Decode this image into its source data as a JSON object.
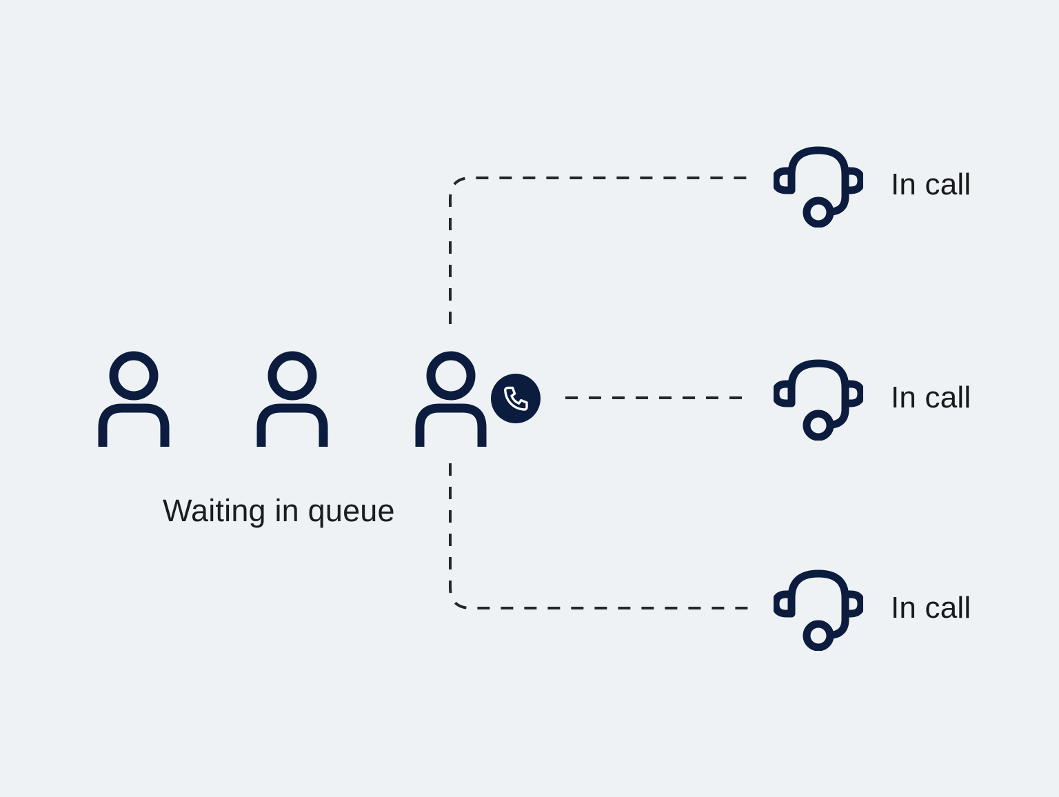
{
  "diagram": {
    "title": "Call queue routing diagram",
    "background_color": "#eef2f4",
    "accent_color": "#0b1c3f",
    "text_color": "#18191b",
    "connector_color": "#23262b"
  },
  "queue": {
    "label": "Waiting in queue",
    "count": 3,
    "callers": [
      {
        "name": "caller-1",
        "icon": "person-icon",
        "status": "waiting"
      },
      {
        "name": "caller-2",
        "icon": "person-icon",
        "status": "waiting"
      },
      {
        "name": "caller-3",
        "icon": "person-icon",
        "status": "connecting"
      }
    ],
    "active_badge": {
      "icon": "phone-icon",
      "fill": "#0b1c3f",
      "glyph_color": "#ffffff"
    }
  },
  "agents": [
    {
      "name": "agent-1",
      "icon": "headset-icon",
      "label": "In call"
    },
    {
      "name": "agent-2",
      "icon": "headset-icon",
      "label": "In call"
    },
    {
      "name": "agent-3",
      "icon": "headset-icon",
      "label": "In call"
    }
  ],
  "connectors": [
    {
      "name": "connector-top",
      "style": "dashed",
      "from": "caller-3",
      "to": "agent-1"
    },
    {
      "name": "connector-middle",
      "style": "dashed",
      "from": "caller-3",
      "to": "agent-2"
    },
    {
      "name": "connector-bottom",
      "style": "dashed",
      "from": "caller-3",
      "to": "agent-3"
    }
  ]
}
